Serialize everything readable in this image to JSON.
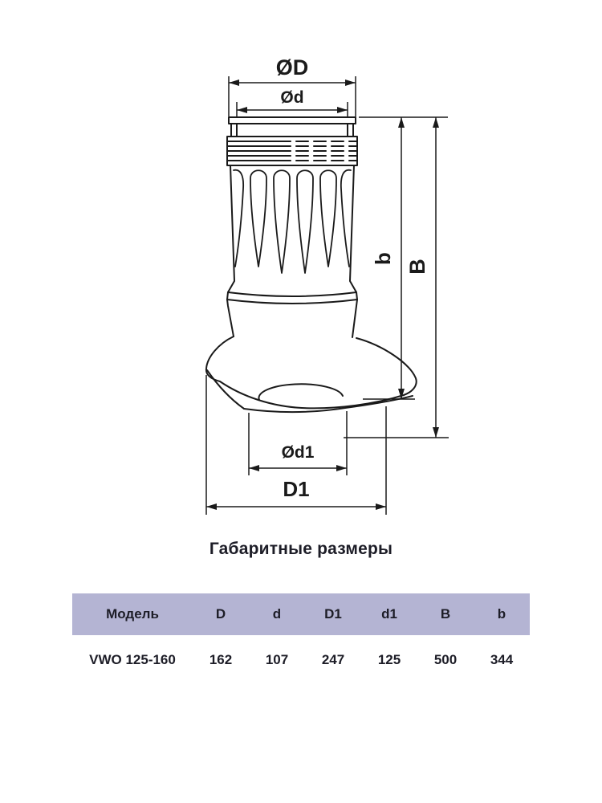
{
  "diagram": {
    "caption": "Габаритные размеры",
    "labels": {
      "d_top_outer": "ØD",
      "d_top_inner": "Ød",
      "h_partial": "b",
      "h_total": "B",
      "d_base_inner": "Ød1",
      "d_base_outer": "D1"
    }
  },
  "table": {
    "headers": [
      "Модель",
      "D",
      "d",
      "D1",
      "d1",
      "B",
      "b"
    ],
    "rows": [
      [
        "VWO 125-160",
        "162",
        "107",
        "247",
        "125",
        "500",
        "344"
      ]
    ]
  },
  "colors": {
    "table_header_bg": "#b4b4d3",
    "line": "#1a1a1a",
    "text": "#1d1d27"
  }
}
